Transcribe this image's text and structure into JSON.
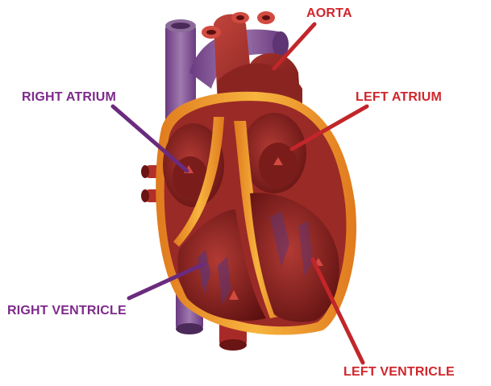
{
  "labels": {
    "aorta": "AORTA",
    "right_atrium": "RIGHT ATRIUM",
    "left_atrium": "LEFT ATRIUM",
    "right_ventricle": "RIGHT VENTRICLE",
    "left_ventricle": "LEFT VENTRICLE"
  },
  "colors": {
    "background": "#ffffff",
    "aorta_label": "#d0262c",
    "left_label": "#d0262c",
    "right_label": "#7d2a8a",
    "vessel_purple": "#8a5a9c",
    "vessel_purple_dark": "#5e3472",
    "muscle_red": "#a82a28",
    "chamber_dark": "#6e1414",
    "chamber_mid": "#9b2a26",
    "wall_orange": "#f09a2a",
    "pointer_red": "#c2262a",
    "pointer_purple": "#6a2b7e"
  }
}
